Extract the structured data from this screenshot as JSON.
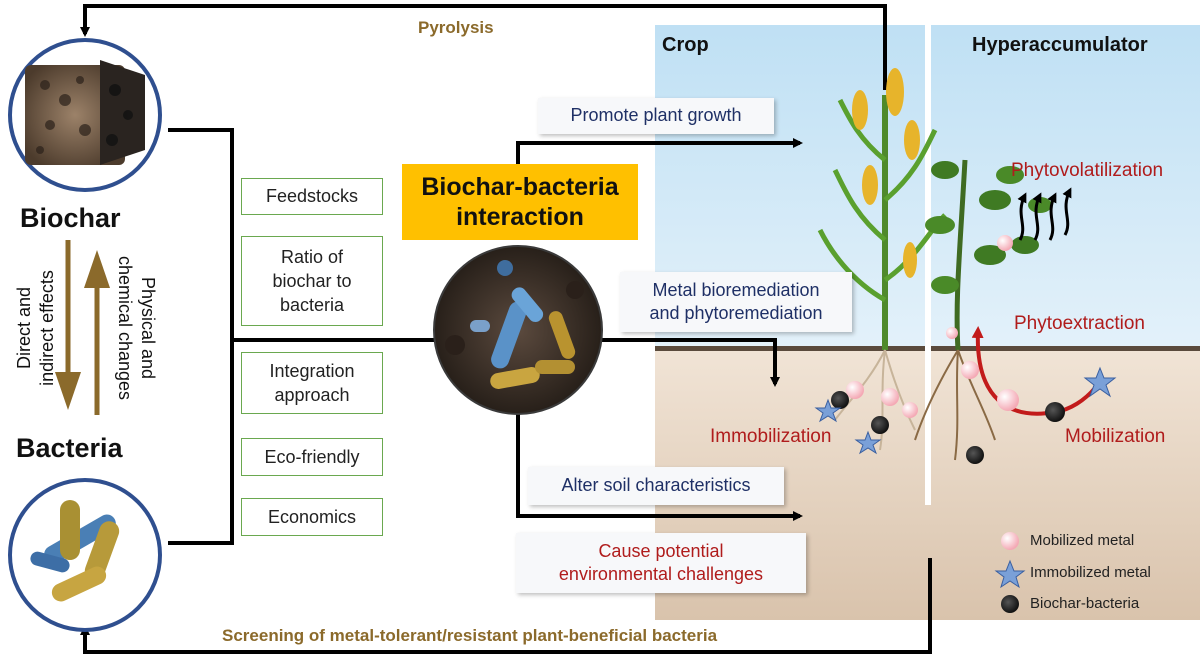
{
  "loop": {
    "top_label": "Pyrolysis",
    "bottom_label": "Screening of metal-tolerant/resistant plant-beneficial bacteria"
  },
  "left": {
    "biochar_label": "Biochar",
    "bacteria_label": "Bacteria",
    "down_arrow_label": "Direct and\nindirect effects",
    "up_arrow_label": "Physical and\nchemical changes"
  },
  "factors": [
    "Feedstocks",
    "Ratio of\nbiochar to\nbacteria",
    "Integration\napproach",
    "Eco-friendly",
    "Economics"
  ],
  "center": {
    "title": "Biochar-bacteria\ninteraction"
  },
  "outcomes": {
    "promote": "Promote plant growth",
    "remediation": "Metal bioremediation\nand phytoremediation",
    "alter": "Alter soil characteristics",
    "challenges": "Cause potential\nenvironmental challenges"
  },
  "scene": {
    "crop_label": "Crop",
    "hyper_label": "Hyperaccumulator",
    "phytovolatilization": "Phytovolatilization",
    "phytoextraction": "Phytoextraction",
    "immobilization": "Immobilization",
    "mobilization": "Mobilization"
  },
  "legend": {
    "mobilized": "Mobilized metal",
    "immobilized": "Immobilized metal",
    "biochar_bacteria": "Biochar-bacteria"
  },
  "colors": {
    "sky": "#cfe6f5",
    "soil": "#ead9c8",
    "ground_line": "#5a4a3c",
    "title_box": "#ffc000",
    "factor_border": "#6aa84f",
    "navy_text": "#1f3066",
    "red_text": "#b01c1c",
    "loop_label": "#8b6a2b",
    "ring": "#2f4f8f"
  }
}
